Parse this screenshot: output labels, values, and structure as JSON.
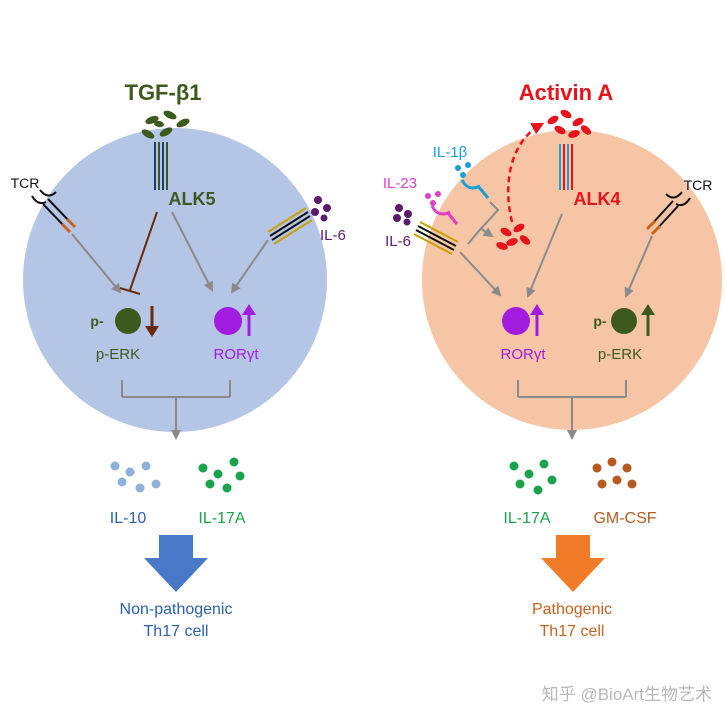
{
  "left_panel": {
    "ligand_title": "TGF-β1",
    "receptor_label": "ALK5",
    "tcr_label": "TCR",
    "cytokine_label": "IL-6",
    "perk_prefix": "p-",
    "perk_label": "p-ERK",
    "ror_label": "RORγt",
    "outputs": [
      "IL-10",
      "IL-17A"
    ],
    "result_line1": "Non-pathogenic",
    "result_line2": "Th17 cell"
  },
  "right_panel": {
    "ligand_title": "Activin A",
    "receptor_label": "ALK4",
    "tcr_label": "TCR",
    "il1b_label": "IL-1β",
    "il23_label": "IL-23",
    "il6_label": "IL-6",
    "perk_prefix": "p-",
    "perk_label": "p-ERK",
    "ror_label": "RORγt",
    "outputs": [
      "IL-17A",
      "GM-CSF"
    ],
    "result_line1": "Pathogenic",
    "result_line2": "Th17 cell"
  },
  "watermark": "知乎 @BioArt生物艺术",
  "colors": {
    "left_cell": "#b4c5e6",
    "right_cell": "#f6c5a6",
    "tgf": "#3d5a1e",
    "activin": "#e8121a",
    "il6": "#5c1a6a",
    "il23": "#e040c8",
    "il1b": "#1aa0d6",
    "ror": "#a21ce0",
    "il10": "#8fb0dc",
    "il17a": "#1aa34a",
    "gmcsf": "#b85a1e",
    "nonpath_arrow": "#4a78c8",
    "path_arrow": "#f07c2a",
    "connector": "#8a8a8a"
  }
}
